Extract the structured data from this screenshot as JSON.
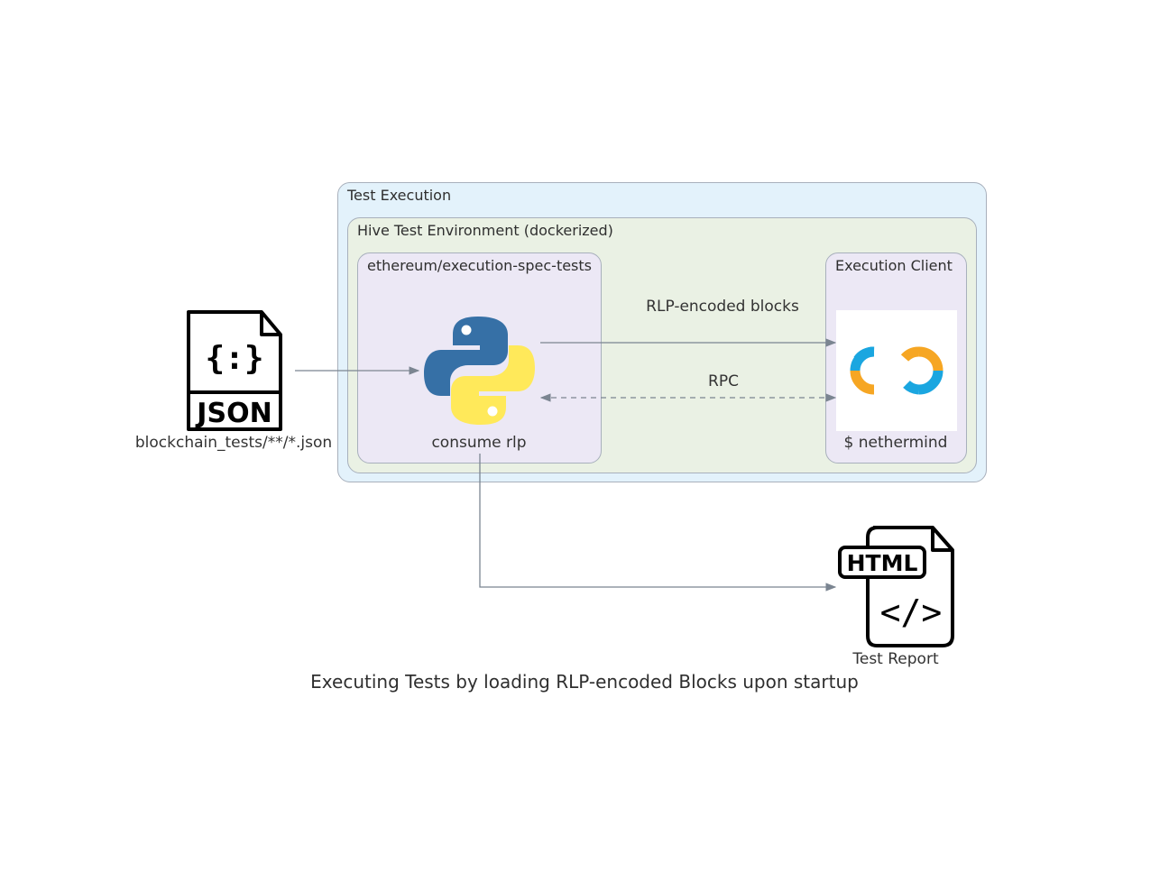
{
  "title": "Executing Tests by loading RLP-encoded Blocks upon startup",
  "clusters": {
    "test_execution": "Test Execution",
    "hive": "Hive Test Environment (dockerized)",
    "eest": "ethereum/execution-spec-tests",
    "execution_client": "Execution Client"
  },
  "nodes": {
    "fixtures": {
      "label": "blockchain_tests/**/*.json",
      "icon": "json-file-icon",
      "icon_text": "JSON"
    },
    "consume": {
      "label": "consume rlp",
      "icon": "python-logo-icon"
    },
    "client": {
      "label": "$ nethermind",
      "icon": "nethermind-logo-icon"
    },
    "report": {
      "label": "Test Report",
      "icon": "html-file-icon",
      "icon_text": "HTML"
    }
  },
  "edges": {
    "rlp_blocks": "RLP-encoded blocks",
    "rpc": "RPC"
  },
  "colors": {
    "test_execution_bg": "#e3f2fb",
    "hive_bg": "#eaf1e4",
    "inner_bg": "#ece8f5",
    "edge": "#7b8591",
    "python_blue": "#3670a6",
    "python_yellow": "#ffe95a",
    "nethermind_blue": "#1aa6e0",
    "nethermind_orange": "#f6a623"
  }
}
